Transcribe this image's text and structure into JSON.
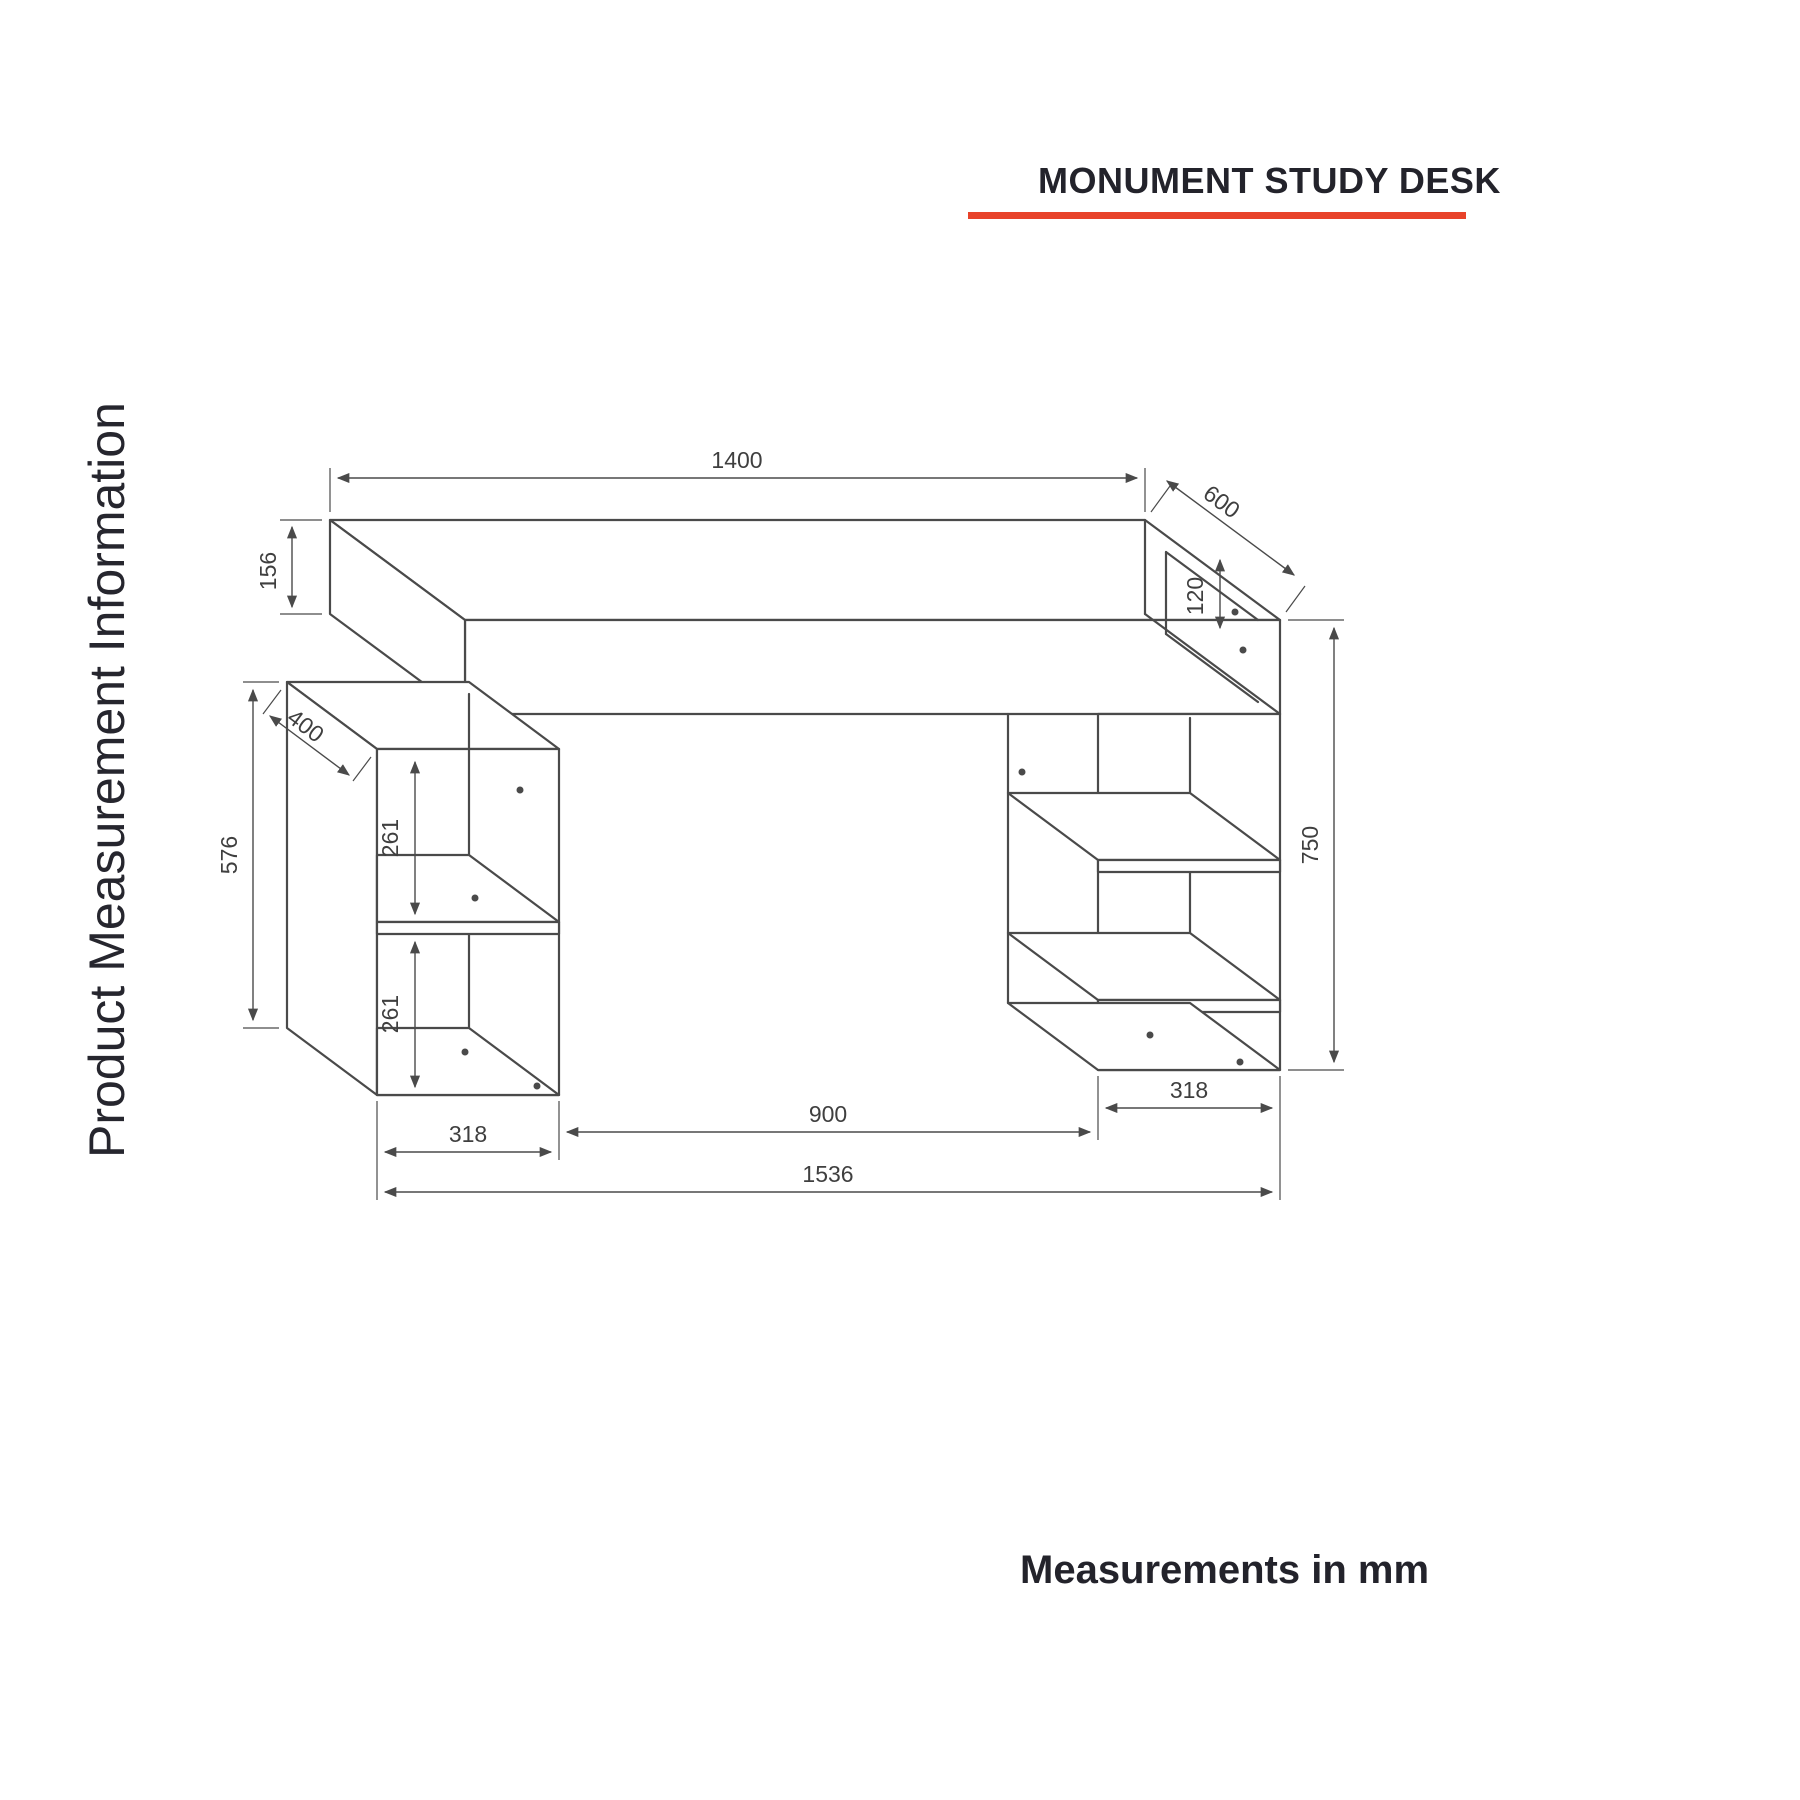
{
  "header": {
    "title": "MONUMENT STUDY DESK"
  },
  "sidebar": {
    "vertical_label": "Product Measurement Information"
  },
  "footer": {
    "note": "Measurements in mm"
  },
  "colors": {
    "accent_underline": "#e8432a",
    "line": "#4a4a4a",
    "text": "#23232b",
    "background": "#ffffff"
  },
  "diagram": {
    "type": "furniture-dimension-drawing",
    "units": "mm",
    "dims": {
      "top_width": "1400",
      "top_depth": "600",
      "top_thickness": "156",
      "top_cavity_height": "120",
      "overall_height": "750",
      "side_unit_depth": "400",
      "side_unit_height": "576",
      "upper_shelf_gap": "261",
      "lower_shelf_gap": "261",
      "left_unit_width": "318",
      "knee_space_width": "900",
      "right_unit_width": "318",
      "overall_width": "1536"
    }
  }
}
